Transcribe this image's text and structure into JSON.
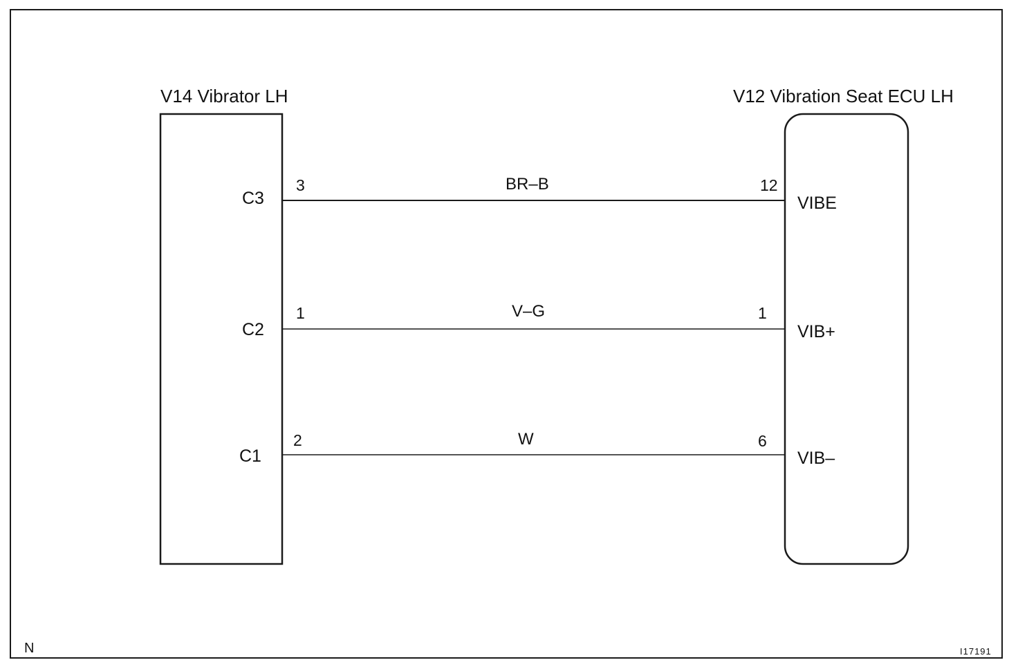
{
  "components": {
    "left": {
      "title": "V14 Vibrator LH"
    },
    "right": {
      "title": "V12 Vibration Seat ECU LH"
    }
  },
  "wires": [
    {
      "left_terminal": "C3",
      "left_pin": "3",
      "color": "BR–B",
      "right_pin": "12",
      "right_terminal": "VIBE"
    },
    {
      "left_terminal": "C2",
      "left_pin": "1",
      "color": "V–G",
      "right_pin": "1",
      "right_terminal": "VIB+"
    },
    {
      "left_terminal": "C1",
      "left_pin": "2",
      "color": "W",
      "right_pin": "6",
      "right_terminal": "VIB–"
    }
  ],
  "footer": {
    "corner_mark": "N",
    "figure_id": "I17191"
  }
}
